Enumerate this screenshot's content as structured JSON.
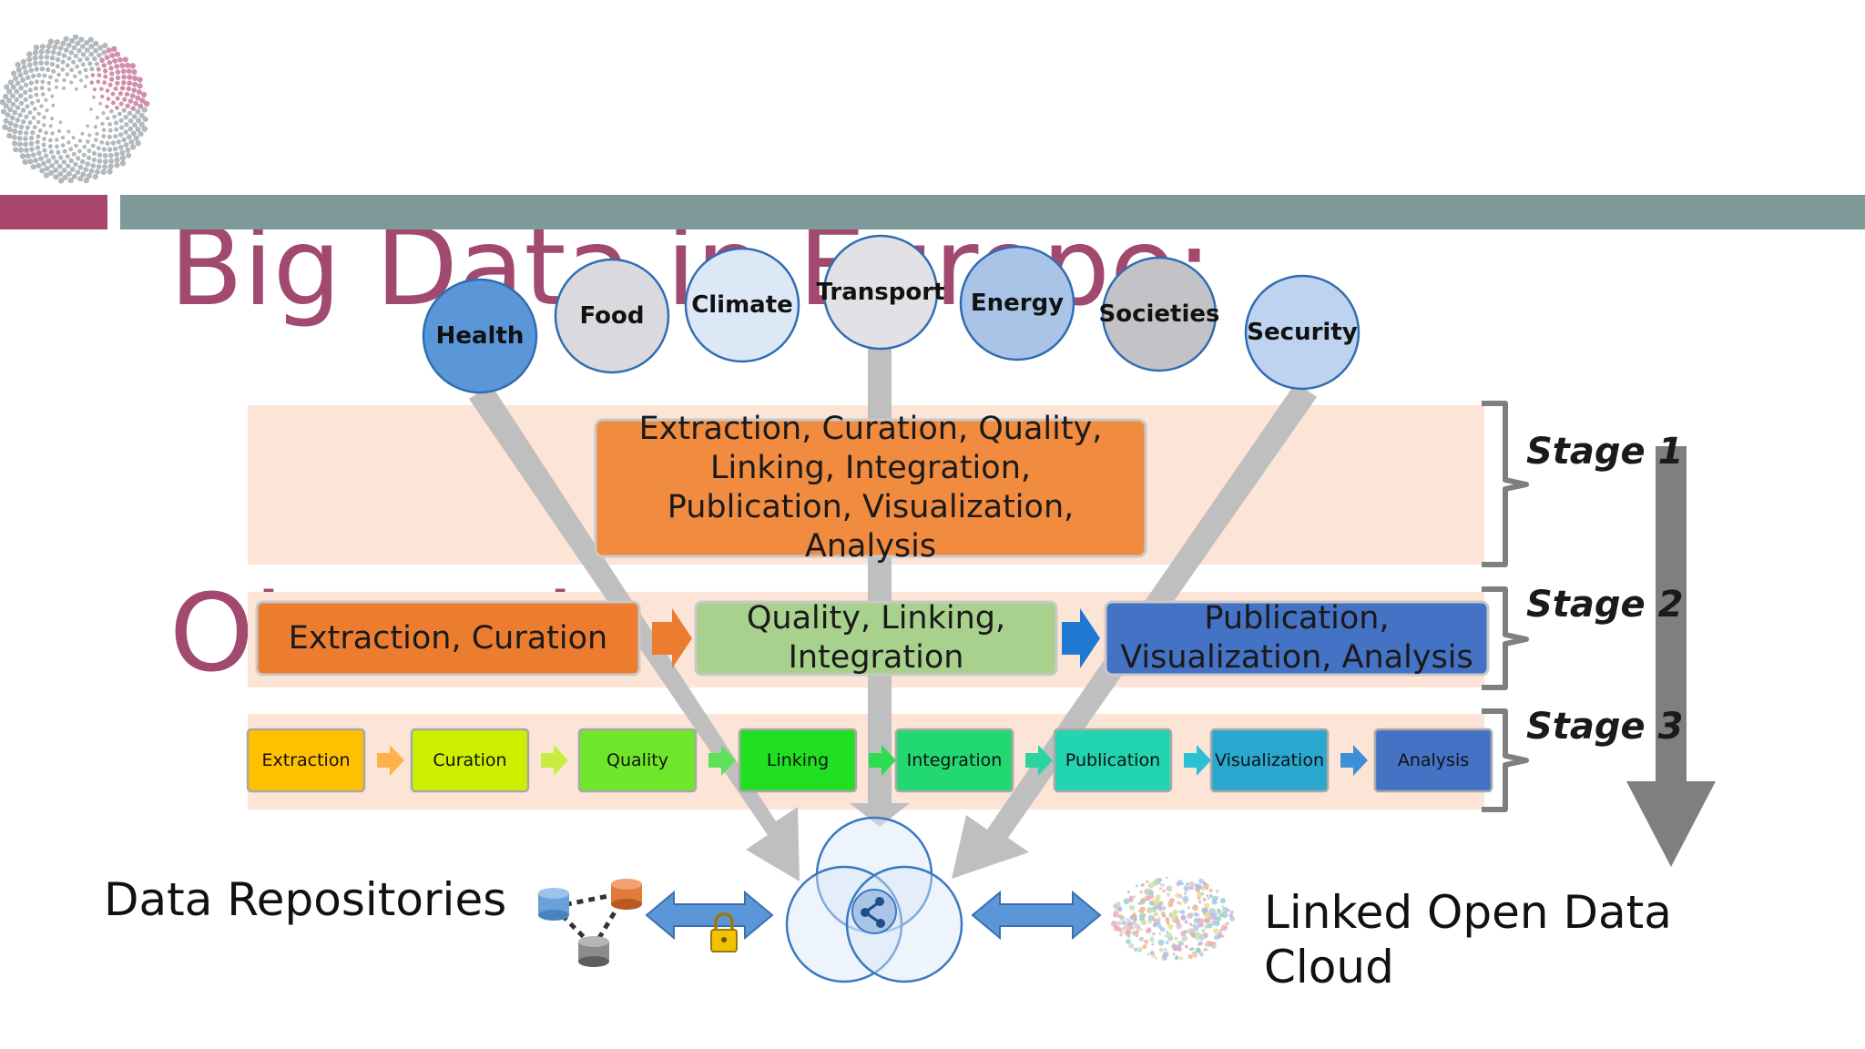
{
  "slide": {
    "title_line1": "Big Data in Europe:",
    "title_line2": "Obstacles"
  },
  "domains": [
    {
      "label": "Health",
      "color": "#5b97d8"
    },
    {
      "label": "Food",
      "color": "#d9d9de"
    },
    {
      "label": "Climate",
      "color": "#dce8f6"
    },
    {
      "label": "Transport",
      "color": "#e2e2e6"
    },
    {
      "label": "Energy",
      "color": "#a9c4e6"
    },
    {
      "label": "Societies",
      "color": "#c3c3c7"
    },
    {
      "label": "Security",
      "color": "#bed3ef"
    }
  ],
  "stage1": {
    "label": "Stage 1",
    "box_text": "Extraction, Curation, Quality, Linking, Integration, Publication, Visualization, Analysis",
    "box_color": "#f08b40"
  },
  "stage2": {
    "label": "Stage 2",
    "boxes": [
      {
        "text": "Extraction, Curation",
        "color": "#ec7c30"
      },
      {
        "text": "Quality, Linking, Integration",
        "color": "#a9d18e"
      },
      {
        "text": "Publication, Visualization, Analysis",
        "color": "#4472c4"
      }
    ]
  },
  "stage3": {
    "label": "Stage 3",
    "steps": [
      {
        "text": "Extraction",
        "color": "#ffc000"
      },
      {
        "text": "Curation",
        "color": "#ccf000"
      },
      {
        "text": "Quality",
        "color": "#70e62a"
      },
      {
        "text": "Linking",
        "color": "#21e021"
      },
      {
        "text": "Integration",
        "color": "#22d870"
      },
      {
        "text": "Publication",
        "color": "#22d4b0"
      },
      {
        "text": "Visualization",
        "color": "#2aa8d0"
      },
      {
        "text": "Analysis",
        "color": "#4472c4"
      }
    ]
  },
  "data_repositories": {
    "label": "Data Repositories"
  },
  "linked_open_data": {
    "label": "Linked Open Data Cloud"
  },
  "colors": {
    "title": "#a1496f",
    "header_bar_teal": "#7e9a98",
    "header_bar_magenta": "#a9466e",
    "band": "#fce5d6",
    "converging_arrow": "#bfbfbf",
    "stage_arrow": "#7f7f7f",
    "exchange_arrow": "#4f8ad6"
  }
}
